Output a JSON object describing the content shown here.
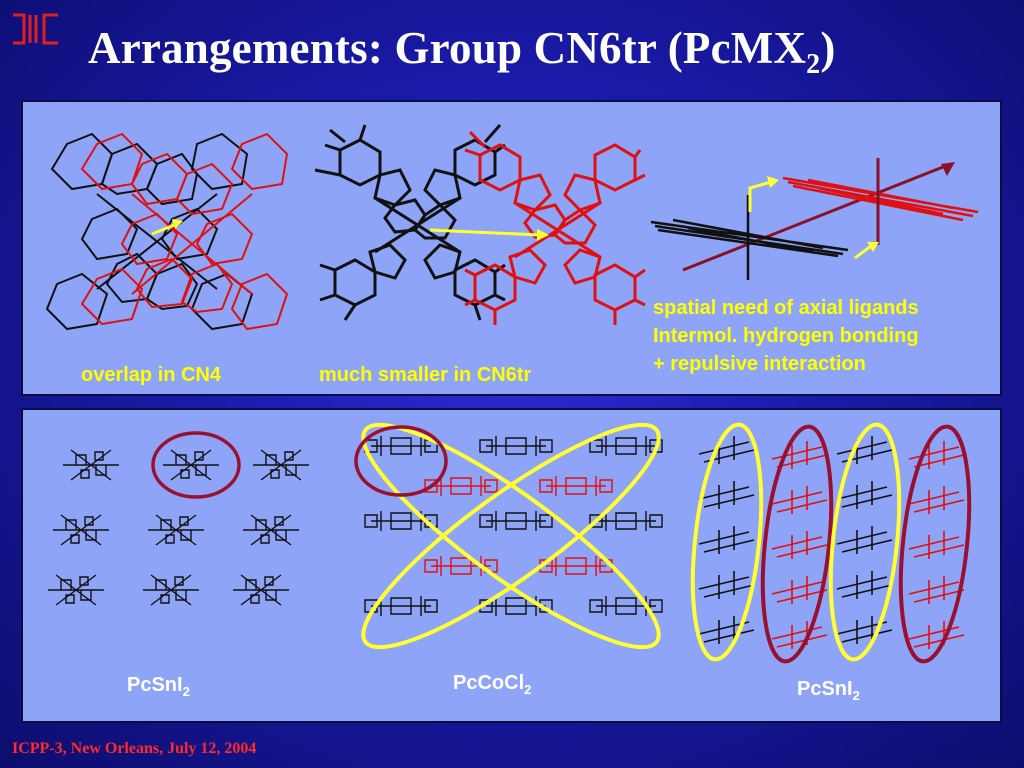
{
  "slide": {
    "title_main": "Arrangements: Group CN6tr (PcMX",
    "title_sub": "2",
    "title_end": ")"
  },
  "top_panel": {
    "caption_left": "overlap in CN4",
    "caption_mid": "much smaller in CN6tr",
    "desc_lines": [
      "spatial need of axial ligands",
      "Intermol. hydrogen bonding",
      "+ repulsive interaction"
    ]
  },
  "bottom_panel": {
    "compounds": [
      {
        "main": "PcSnI",
        "sub": "2"
      },
      {
        "main": "PcCoCl",
        "sub": "2"
      },
      {
        "main": "PcSnI",
        "sub": "2"
      }
    ]
  },
  "footer": {
    "text": "ICPP-3, New Orleans, July 12, 2004"
  },
  "colors": {
    "molecule_black": "#111111",
    "molecule_red": "#e01010",
    "arrow_yellow": "#ffff33",
    "ellipse_yellow": "#ffff33",
    "ellipse_maroon": "#9a1030",
    "axis_line": "#8a1028",
    "logo_red": "#e02020"
  }
}
